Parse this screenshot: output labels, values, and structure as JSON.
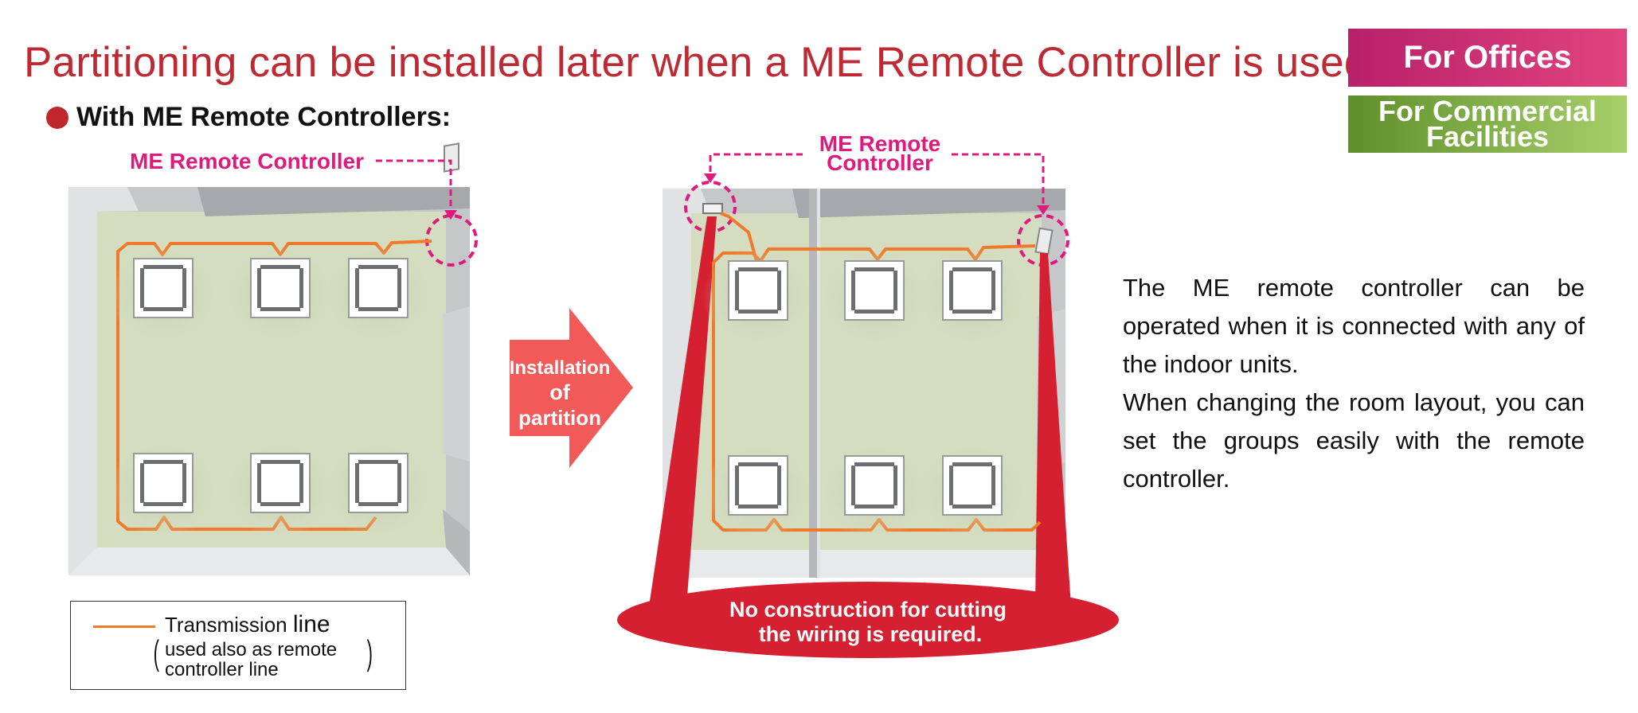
{
  "title": "Partitioning can be installed later when a ME Remote Controller is used.",
  "badges": {
    "offices": "For Offices",
    "commercial_line1": "For Commercial",
    "commercial_line2": "Facilities"
  },
  "section_heading": "With ME Remote Controllers:",
  "diagram_left": {
    "controller_label": "ME Remote Controller"
  },
  "arrow": {
    "line1": "Installation",
    "line2": "of",
    "line3": "partition"
  },
  "diagram_right": {
    "controller_label_line1": "ME Remote",
    "controller_label_line2": "Controller",
    "note_line1": "No construction for cutting",
    "note_line2": "the wiring is required."
  },
  "legend": {
    "label_prefix": "Transmission",
    "label_suffix": "line",
    "note_line1": "used also as remote",
    "note_line2": "controller line"
  },
  "description": {
    "para1": "The ME remote controller can be operated when it is connected with any of the indoor units.",
    "para2": "When changing the room layout, you can set the groups easily with the remote controller."
  },
  "colors": {
    "title": "#be2a34",
    "magenta_label": "#e0197d",
    "transmission_line": "#f07a2a",
    "floor": "#d5ddc0",
    "red_beam": "#d42030",
    "arrow": "#f25a5a"
  }
}
